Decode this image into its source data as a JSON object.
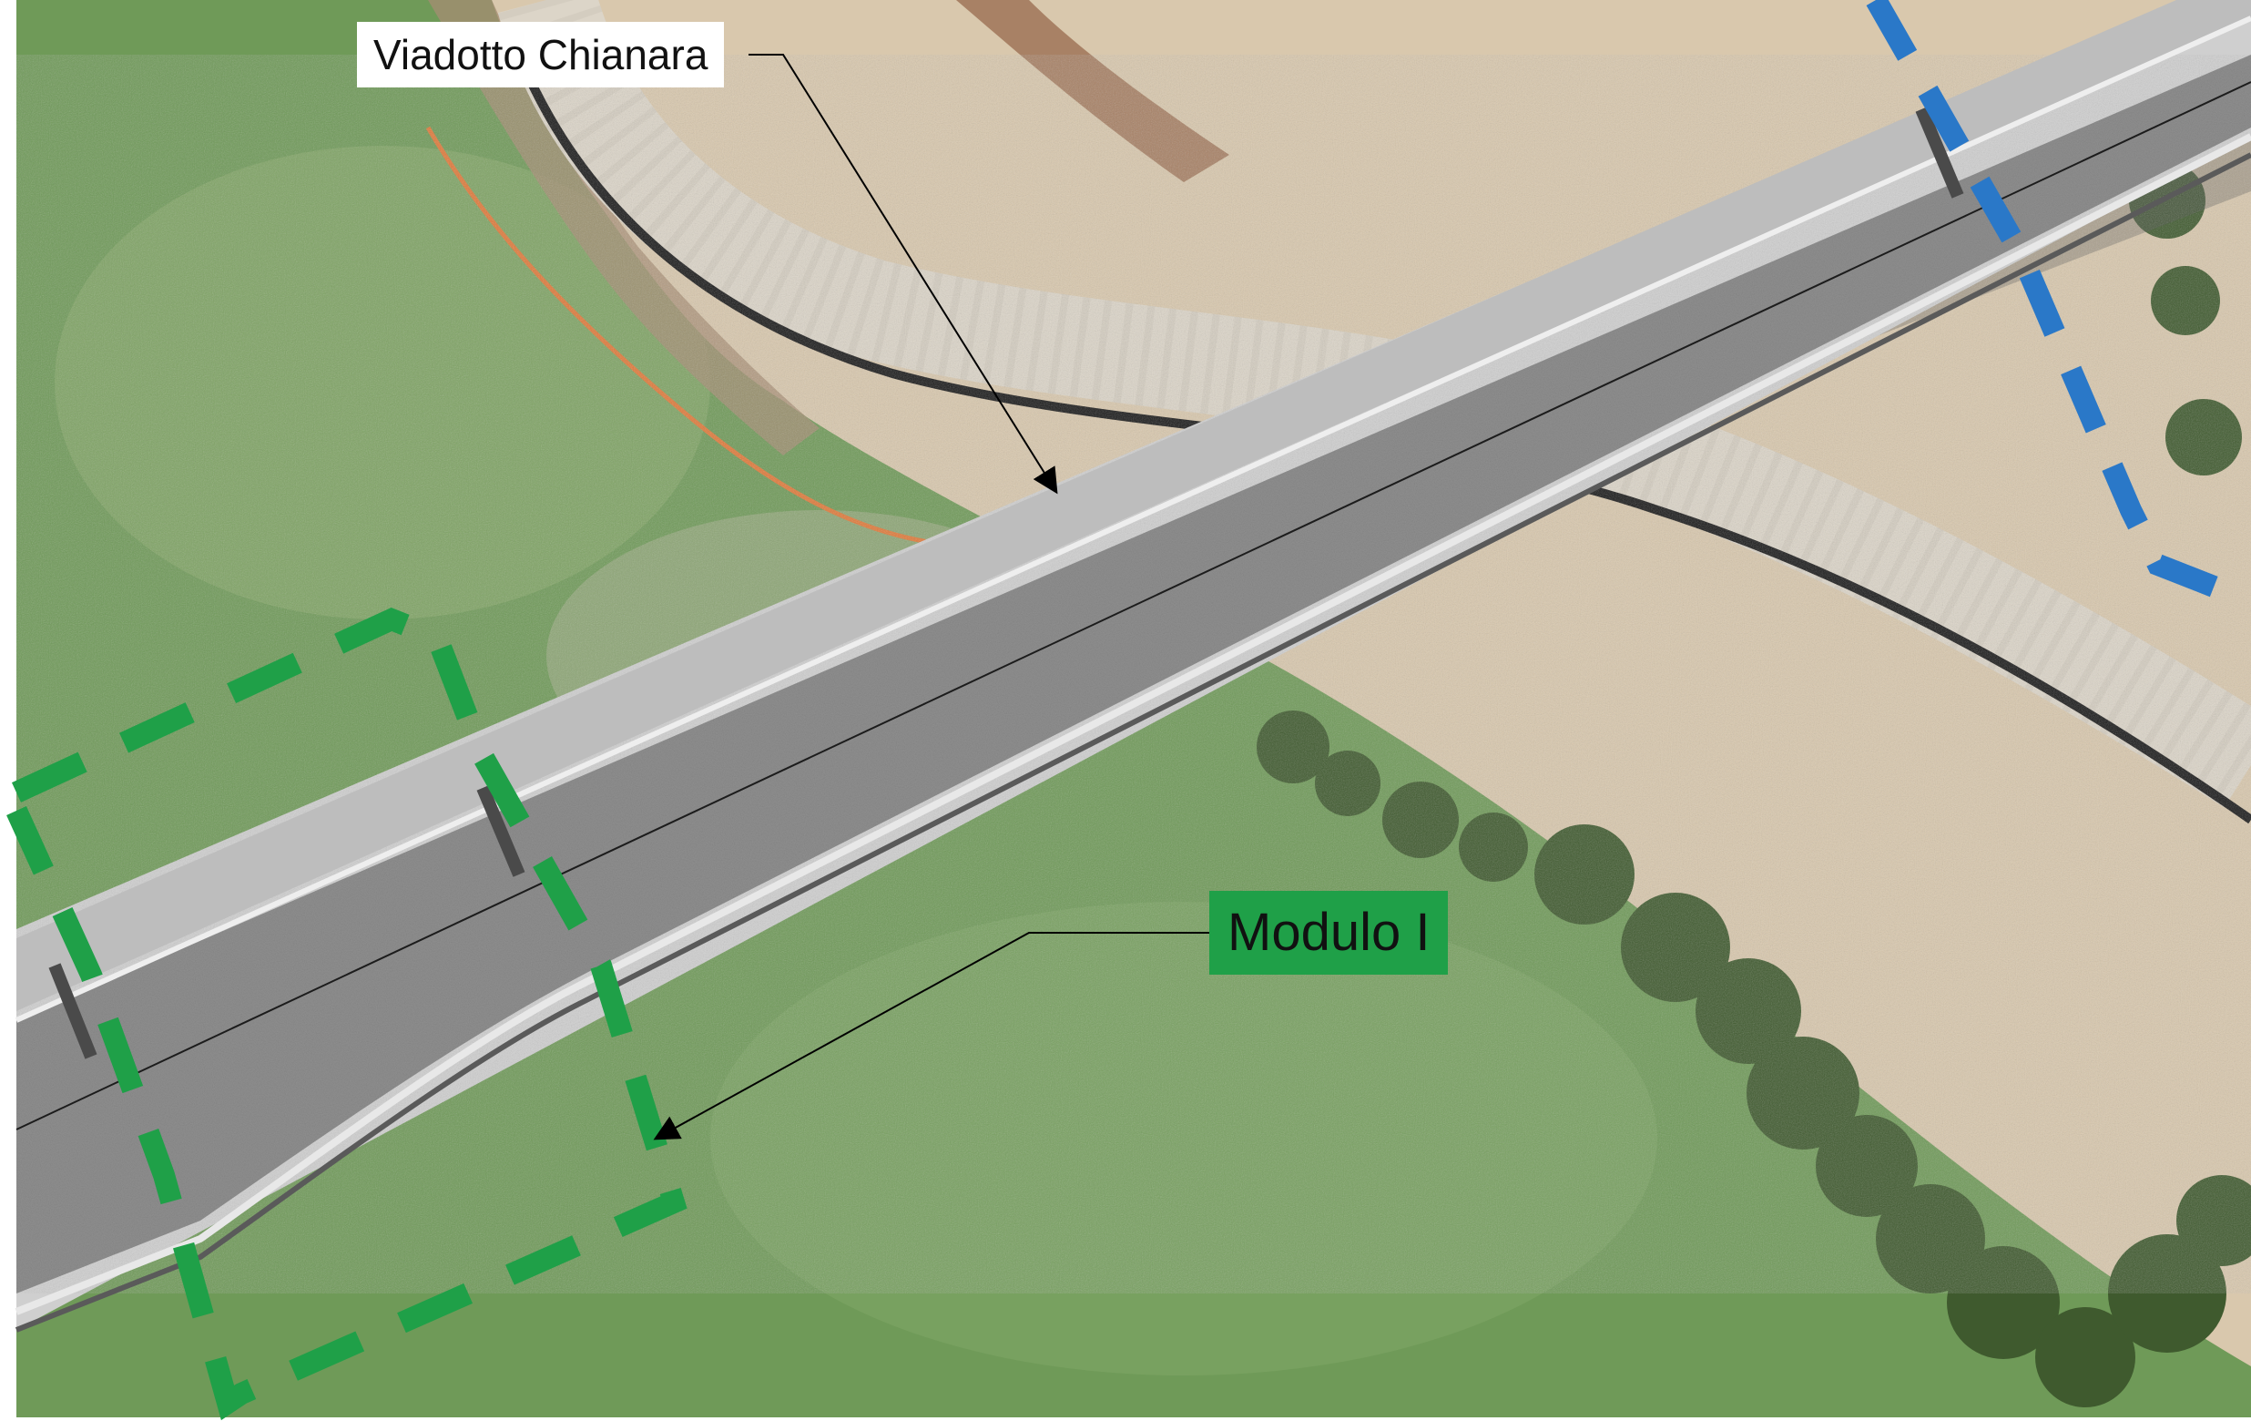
{
  "map": {
    "labels": {
      "viaduct": "Viadotto Chianara",
      "module": "Modulo I"
    },
    "colors": {
      "grass": "#6f9a58",
      "soil": "#d9c8ad",
      "asphalt": "#8f8f8f",
      "viaduct_edge": "#cfcfcf",
      "module_outline": "#1fa048",
      "module_label_bg": "#1fa048",
      "blue_boundary": "#2a78c8",
      "trees": "#3f5a2e"
    },
    "features": [
      "viaduct-deck",
      "module-outline",
      "blue-boundary",
      "access-path",
      "trees"
    ]
  }
}
